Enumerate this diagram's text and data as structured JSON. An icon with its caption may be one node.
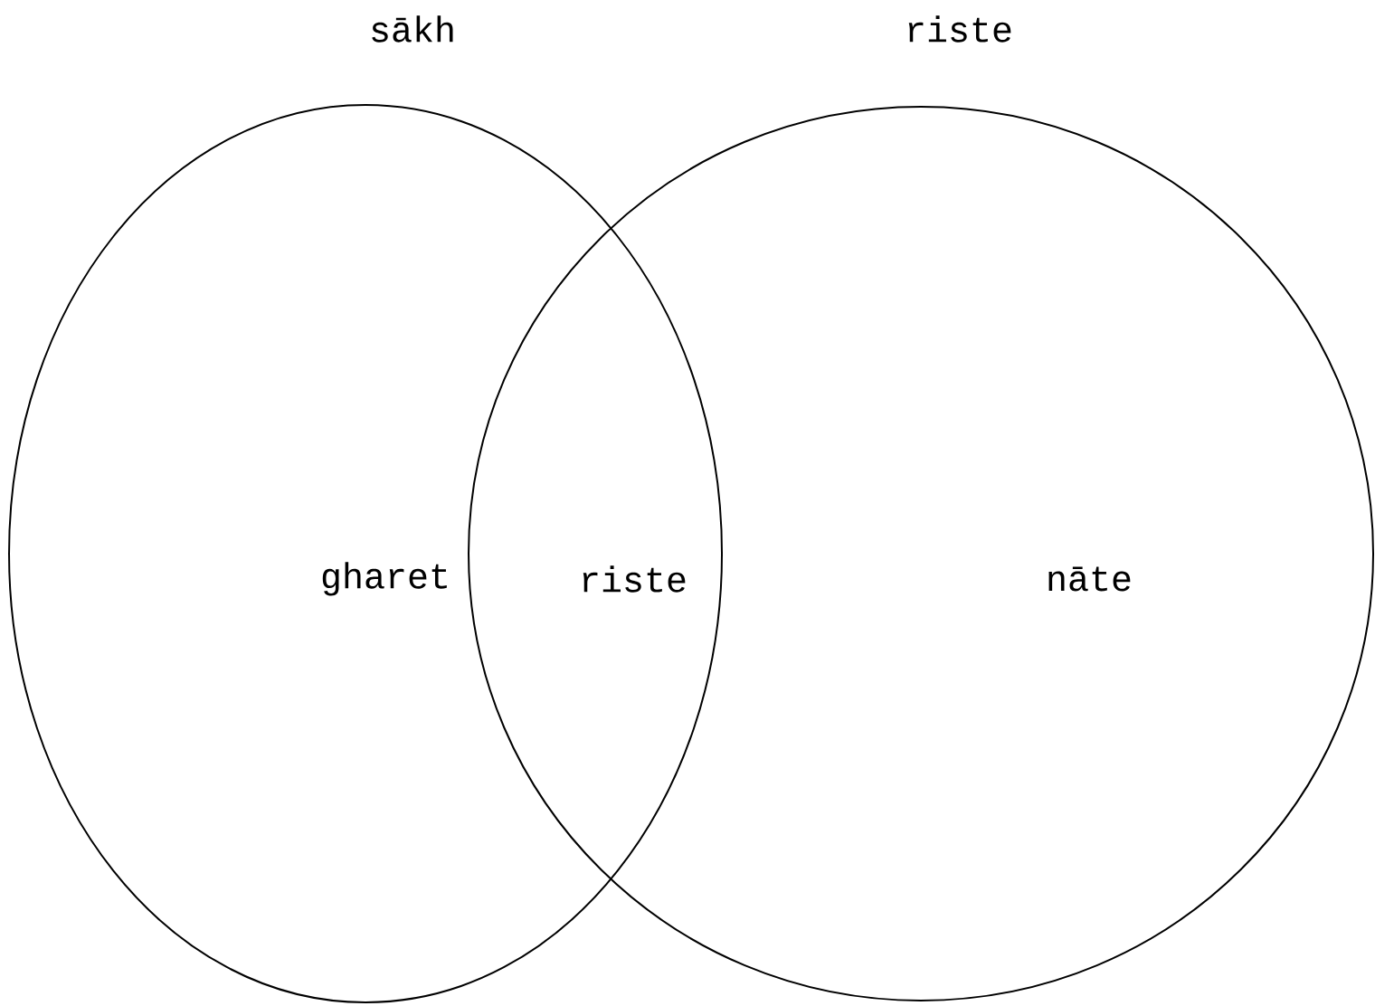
{
  "diagram": {
    "nodes": [
      {
        "text": [
          "sākh",
          "gharet"
        ]
      },
      {
        "text": [
          "riste",
          "nāte"
        ]
      }
    ],
    "labels": [
      "riste"
    ]
  }
}
